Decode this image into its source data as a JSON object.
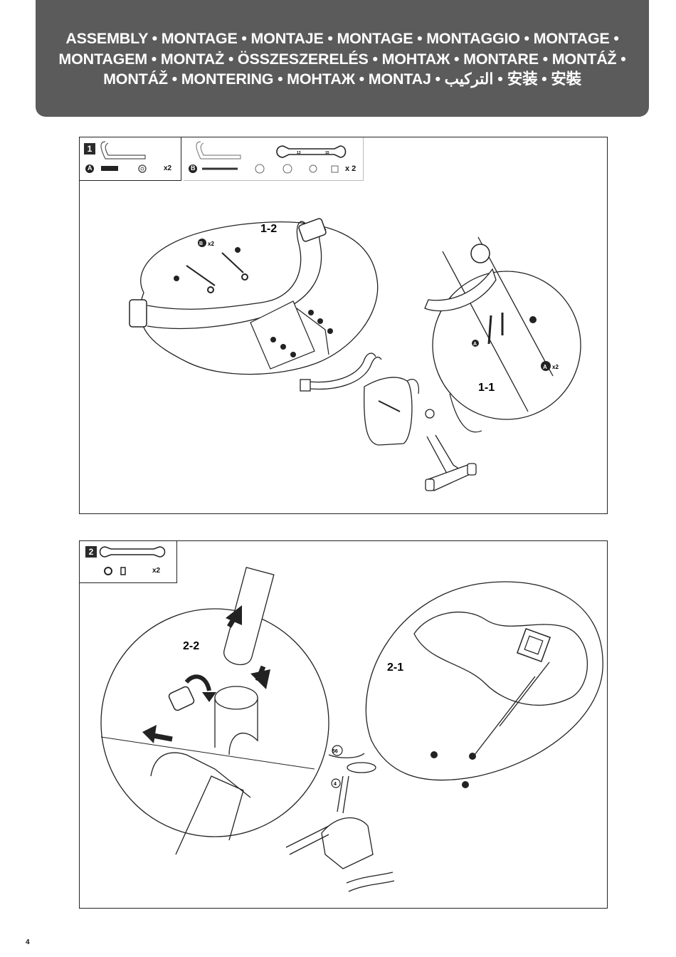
{
  "header": {
    "line1": "ASSEMBLY • MONTAGE • MONTAJE • MONTAGE • MONTAGGIO • MONTAGE •",
    "line2": "MONTAGEM • MONTAŻ • ÖSSZESZERELÉS • МОНТАЖ • MONTARE • MONTÁŽ •",
    "line3": "MONTÁŽ • MONTERING • МОНТАЖ • MONTAJ • التركيب • 安装 • 安裝"
  },
  "step1": {
    "number": "1",
    "tools_a": {
      "part_letter": "A",
      "qty": "x2"
    },
    "tools_b": {
      "part_letter": "B",
      "qty": "x 2",
      "wrench_left": "13",
      "wrench_right": "15"
    },
    "sub_labels": [
      "1-2",
      "1-1"
    ],
    "callouts": {
      "b_qty": "B x2",
      "a_qty": "A x2",
      "a_letter": "A"
    }
  },
  "step2": {
    "number": "2",
    "tools": {
      "qty": "x2"
    },
    "sub_labels": [
      "2-2",
      "2-1"
    ],
    "callouts": {
      "c1": "56",
      "c2": "4"
    }
  },
  "page_number": "4"
}
